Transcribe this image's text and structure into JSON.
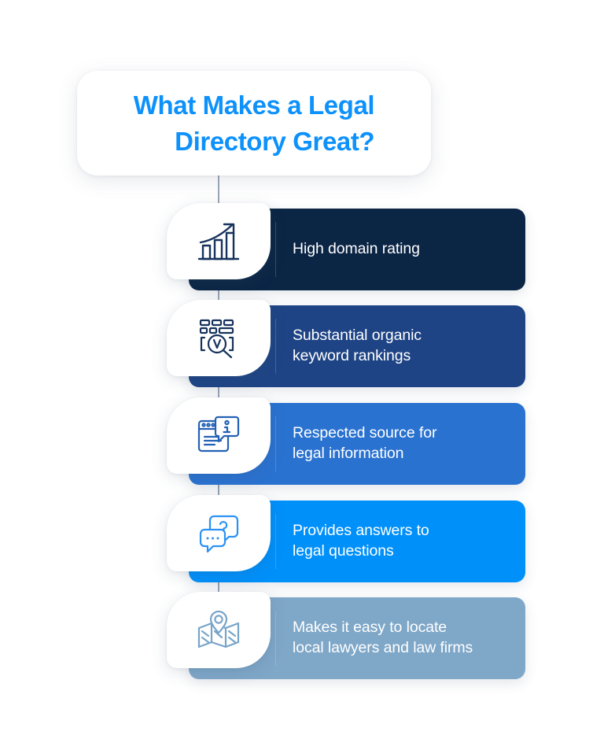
{
  "header": {
    "title": "What Makes a Legal Directory Great?",
    "title_line_1": "What Makes a Legal",
    "title_line_2": "Directory Great?",
    "title_color": "#0D91FB"
  },
  "theme": {
    "background": "#FFFFFF",
    "card_background": "#FFFFFF",
    "connector_color": "#4A5E7E",
    "label_color": "#FFFFFF"
  },
  "items": [
    {
      "label": "High domain rating",
      "label_line_1": "High domain rating",
      "label_line_2": "",
      "icon": "growth-bar-chart-icon",
      "color": "#0B2545"
    },
    {
      "label": "Substantial organic keyword rankings",
      "label_line_1": "Substantial organic",
      "label_line_2": "keyword rankings",
      "icon": "keyword-search-magnifier-icon",
      "color": "#1E4485"
    },
    {
      "label": "Respected source for legal information",
      "label_line_1": "Respected source for",
      "label_line_2": "legal information",
      "icon": "browser-info-window-icon",
      "color": "#2A72D0"
    },
    {
      "label": "Provides answers to legal questions",
      "label_line_1": "Provides answers to",
      "label_line_2": "legal questions",
      "icon": "question-chat-bubbles-icon",
      "color": "#0090FA"
    },
    {
      "label": "Makes it easy to locate local lawyers and law firms",
      "label_line_1": "Makes it easy to locate",
      "label_line_2": "local lawyers and law firms",
      "icon": "map-location-pin-icon",
      "color": "#7FA7C8"
    }
  ]
}
